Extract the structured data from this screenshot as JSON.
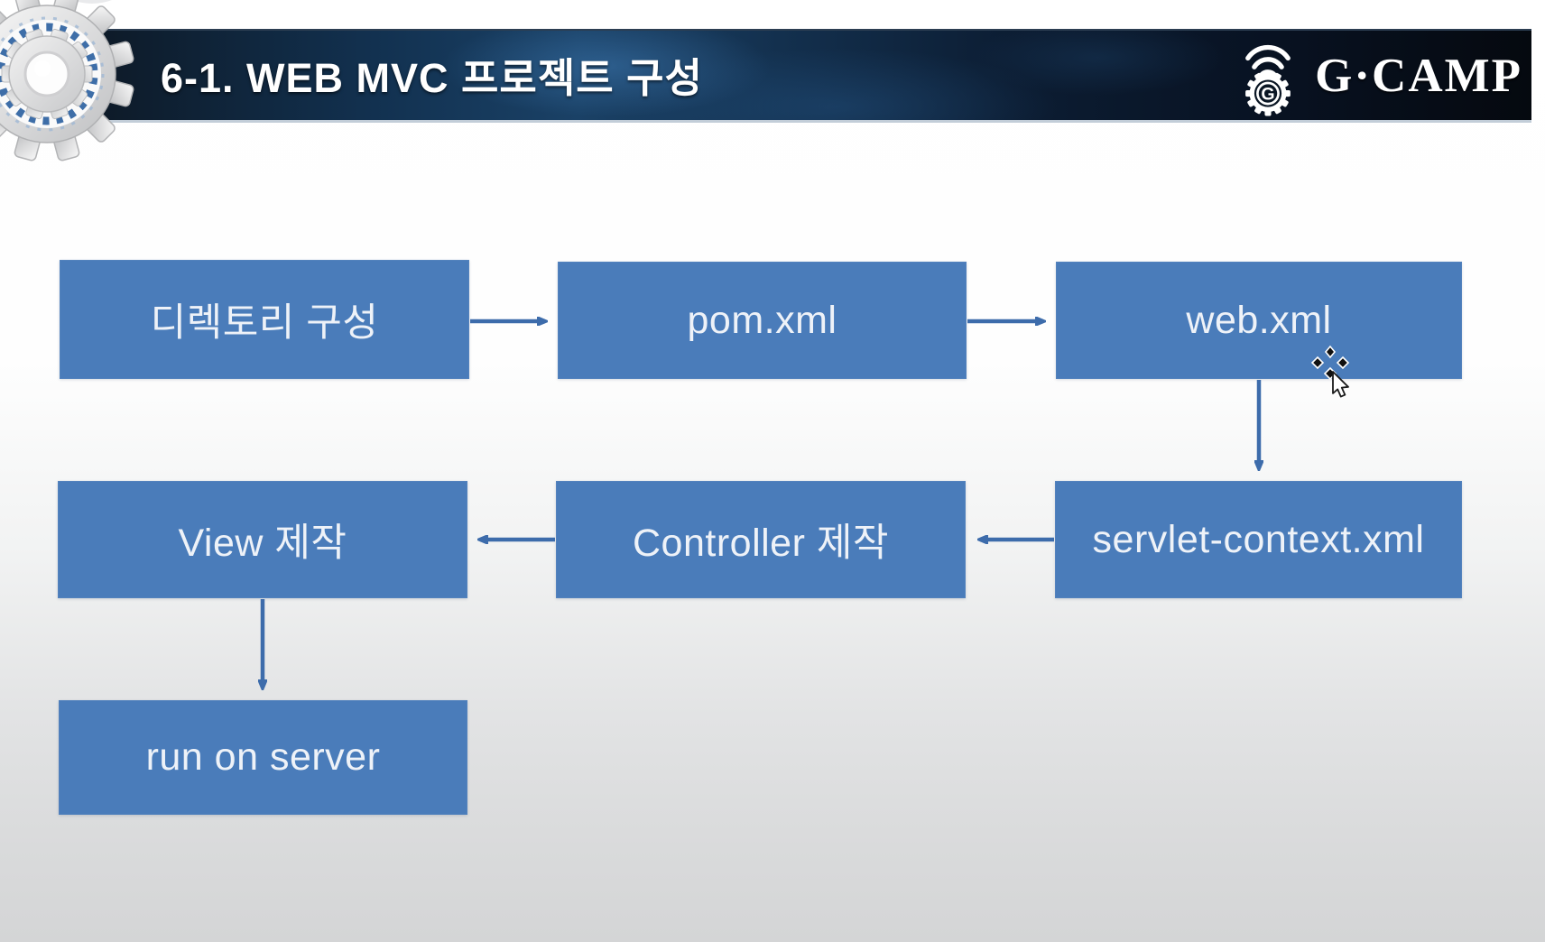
{
  "header": {
    "title": "6-1. WEB MVC 프로젝트 구성",
    "logo_text": "G·CAMP",
    "logo_gear_letter": "G"
  },
  "diagram": {
    "nodes": [
      {
        "id": "directory",
        "label": "디렉토리 구성"
      },
      {
        "id": "pom",
        "label": "pom.xml"
      },
      {
        "id": "web",
        "label": "web.xml"
      },
      {
        "id": "servlet_context",
        "label": "servlet-context.xml"
      },
      {
        "id": "controller",
        "label": "Controller 제작"
      },
      {
        "id": "view",
        "label": "View 제작"
      },
      {
        "id": "run_on_server",
        "label": "run on server"
      }
    ],
    "edges": [
      {
        "from": "디렉토리 구성",
        "to": "pom.xml"
      },
      {
        "from": "pom.xml",
        "to": "web.xml"
      },
      {
        "from": "web.xml",
        "to": "servlet-context.xml"
      },
      {
        "from": "servlet-context.xml",
        "to": "Controller 제작"
      },
      {
        "from": "Controller 제작",
        "to": "View 제작"
      },
      {
        "from": "View 제작",
        "to": "run on server"
      }
    ],
    "colors": {
      "node_fill": "#4a7cba",
      "node_text": "#eef2f8",
      "arrow": "#3d6cab",
      "banner_dark": "#0a1624",
      "banner_highlight": "#1a4166"
    }
  },
  "cursor": {
    "type": "move-pointer"
  }
}
